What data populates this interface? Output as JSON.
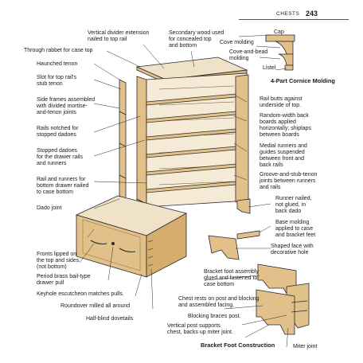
{
  "header": {
    "section": "CHESTS",
    "page_number": "243"
  },
  "captions": {
    "cornice": "4-Part Cornice\nMolding",
    "bracket": "Bracket Foot Construction"
  },
  "labels": {
    "vertical_divider": "Vertical divider extension\nnailed to top rail",
    "secondary_wood": "Secondary wood used\nfor concealed top\nand bottom",
    "through_rabbet": "Through rabbet for case top",
    "haunched_tenon": "Haunched tenon",
    "slot_top_rail": "Slot for top rail's\nstub tenon",
    "side_frames": "Side frames assembled\nwith divided mortise-\nand-tenon joints",
    "rails_notched": "Rails notched for\nstopped dadoes",
    "stopped_dadoes": "Stopped dadoes\nfor the drawer rails\nand runners",
    "rail_runners": "Rail and runners for\nbottom drawer nailed\nto case bottom",
    "dado_joint": "Dado joint",
    "fronts_lipped": "Fronts lipped on\nthe top and sides\n(not bottom)",
    "period_brass": "Period brass bail-type\ndrawer pull",
    "keyhole": "Keyhole escutcheon matches pulls.",
    "roundover": "Roundover milled all around",
    "half_blind": "Half-blind dovetails",
    "cap": "Cap",
    "cove_molding": "Cove molding",
    "cove_bead": "Cove-and-bead\nmolding",
    "listel": "Listel",
    "rail_butts": "Rail butts against\nunderside of top.",
    "random_width": "Random-width back\nboards applied\nhorizontally; shiplaps\nbetween boards",
    "medial_runners": "Medial runners and\nguides suspended\nbetween front and\nback rails",
    "groove_stub": "Groove-and-stub-tenon\njoints between runners\nand rails",
    "runner_nailed": "Runner nailed,\nnot glued, in\nback dado",
    "base_molding": "Base molding\napplied to case\nand bracket feet",
    "shaped_face": "Shaped face with\ndecorative hole",
    "bracket_assembly": "Bracket foot assembly\nglued and fastened to\ncase bottom",
    "chest_rests": "Chest rests on post and blocking\nand assembled facing.",
    "blocking_braces": "Blocking braces post.",
    "vertical_post": "Vertical post supports\nchest, backs up miter joint.",
    "miter_joint": "Miter joint"
  },
  "colors": {
    "wood": "#e2c089",
    "wood_dark": "#c99a58",
    "line": "#2a2a2a"
  }
}
